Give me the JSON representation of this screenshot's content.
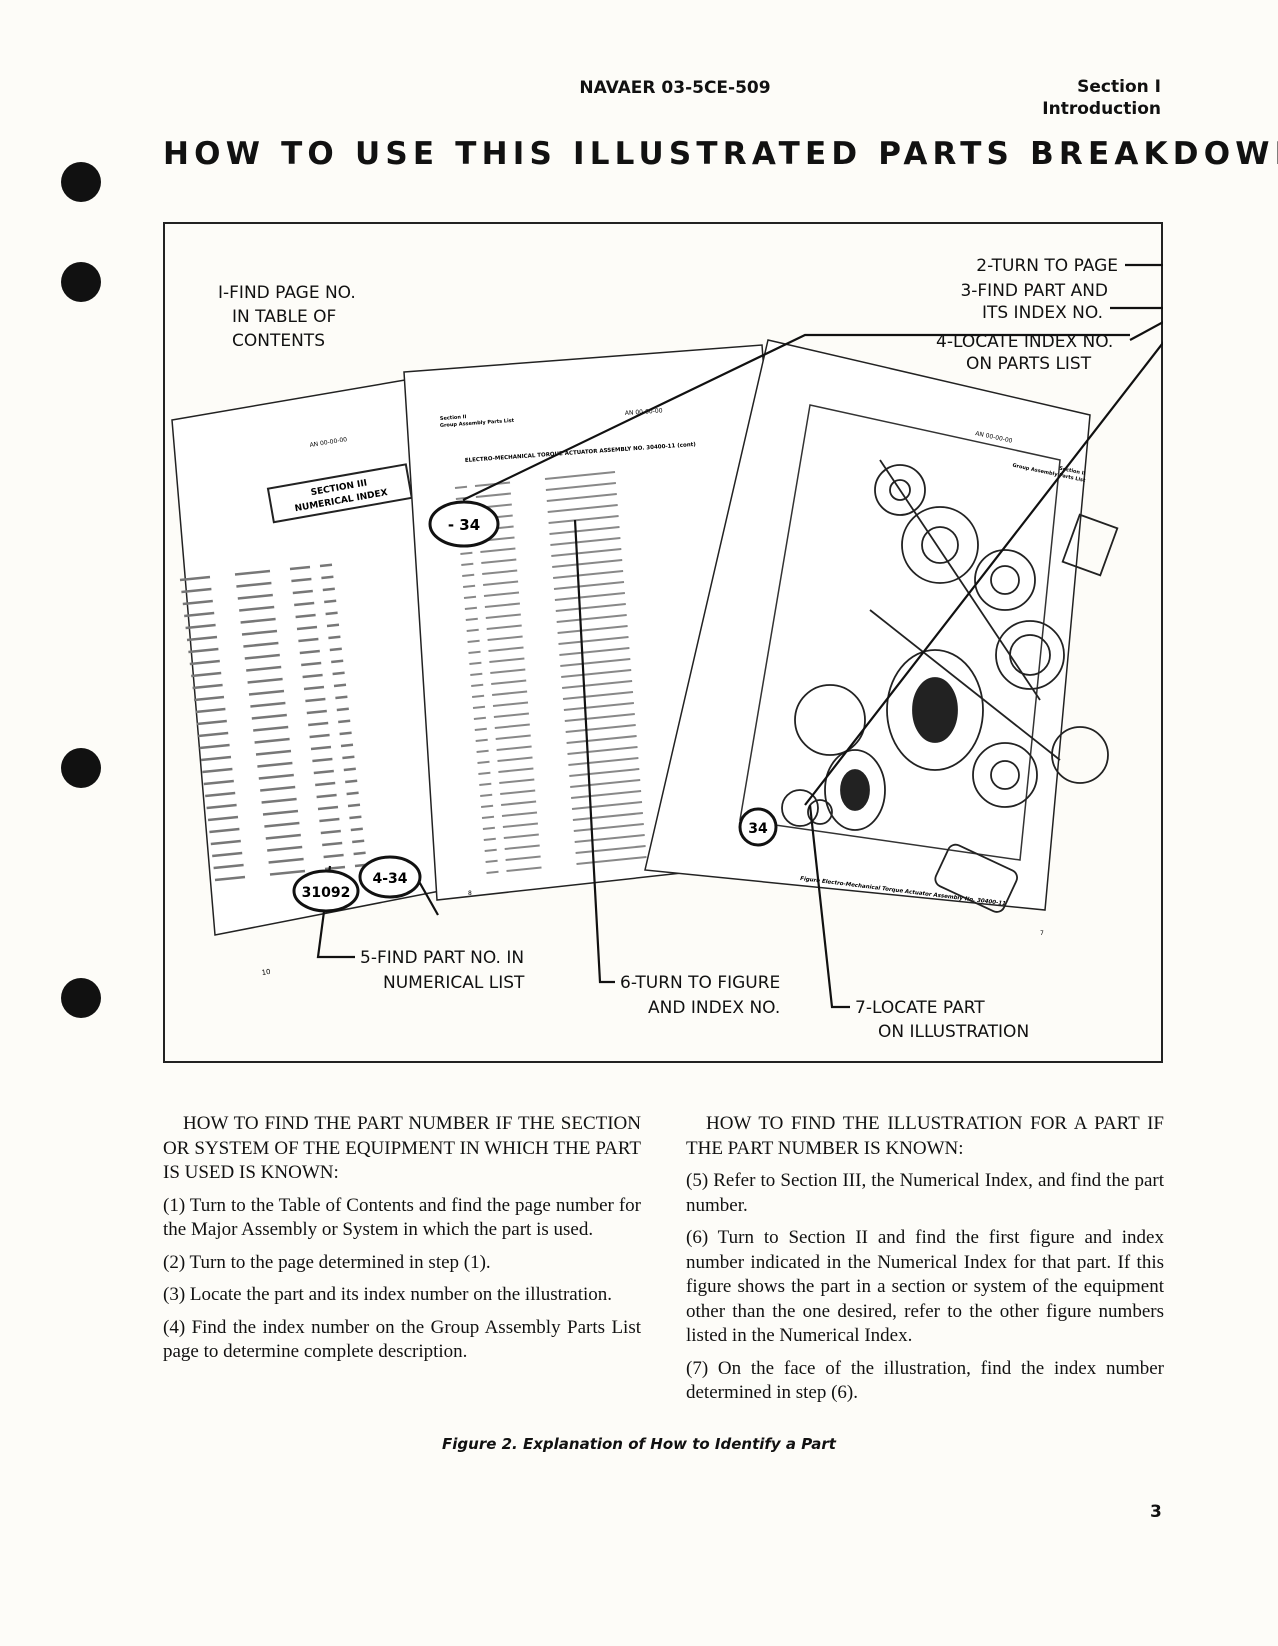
{
  "header": {
    "doc_id": "NAVAER 03-5CE-509",
    "section": "Section I",
    "section_title": "Introduction"
  },
  "title": "HOW TO USE THIS ILLUSTRATED PARTS BREAKDOWN",
  "figure": {
    "callouts": {
      "step1": [
        "I-FIND PAGE NO.",
        "IN TABLE OF",
        "CONTENTS"
      ],
      "step2": "2-TURN TO PAGE",
      "step3": [
        "3-FIND PART AND",
        "ITS INDEX NO."
      ],
      "step4": [
        "4-LOCATE INDEX NO.",
        "ON PARTS LIST"
      ],
      "step5": [
        "5-FIND PART NO. IN",
        "NUMERICAL LIST"
      ],
      "step6": [
        "6-TURN TO FIGURE",
        "AND INDEX NO."
      ],
      "step7": [
        "7-LOCATE PART",
        "ON ILLUSTRATION"
      ]
    },
    "markers": {
      "part_no": "31092",
      "fig_index": "4-34",
      "list_index": "- 34",
      "illus_index": "34"
    },
    "pages": {
      "index_page": {
        "doc": "AN 00-00-00",
        "heading": [
          "SECTION III",
          "NUMERICAL INDEX"
        ],
        "page_no": "10"
      },
      "parts_list": {
        "doc": "AN 00-00-00",
        "section": "Section II",
        "subtitle": "Group Assembly Parts List",
        "heading": "ELECTRO-MECHANICAL TORQUE ACTUATOR ASSEMBLY NO. 30400-11 (cont)",
        "page_no": "8"
      },
      "illustration": {
        "doc": "AN 00-00-00",
        "section": "Section II",
        "subtitle": "Group Assembly Parts List",
        "caption": "Figure   Electro-Mechanical Torque Actuator Assembly No. 30400-11",
        "page_no": "7"
      }
    }
  },
  "body": {
    "left": {
      "heading": "HOW TO FIND THE PART NUMBER IF THE SECTION OR SYSTEM OF THE EQUIPMENT IN WHICH THE PART IS USED IS KNOWN:",
      "steps": [
        "(1) Turn to the Table of Contents and find the page number for the Major Assembly or System in which the part is used.",
        "(2) Turn to the page determined in step (1).",
        "(3) Locate the part and its index number on the illustration.",
        "(4) Find the index number on the Group Assembly Parts List page to determine complete description."
      ]
    },
    "right": {
      "heading": "HOW TO FIND THE ILLUSTRATION FOR A PART IF THE PART NUMBER IS KNOWN:",
      "steps": [
        "(5) Refer to Section III, the Numerical Index, and find the part number.",
        "(6) Turn to Section II and find the first figure and index number indicated in the Numerical Index for that part. If this figure shows the part in a section or system of the equipment other than the one desired, refer to the other figure numbers listed in the Numerical Index.",
        "(7) On the face of the illustration, find the index number determined in step (6)."
      ]
    }
  },
  "caption": "Figure 2. Explanation of How to Identify a Part",
  "page_number": "3"
}
